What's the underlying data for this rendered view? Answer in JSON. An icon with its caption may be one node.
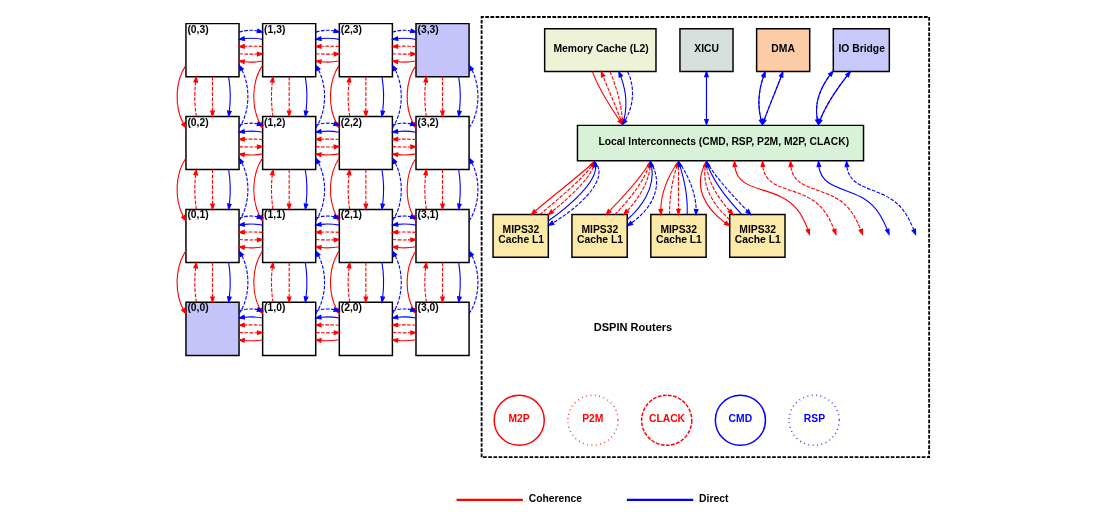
{
  "diagram": {
    "nodes": [
      {
        "text": [
          "(0,3)"
        ]
      },
      {
        "text": [
          "(1,3)"
        ]
      },
      {
        "text": [
          "(2,3)"
        ]
      },
      {
        "text": [
          "(3,3)"
        ]
      },
      {
        "text": [
          "(0,2)"
        ]
      },
      {
        "text": [
          "(1,2)"
        ]
      },
      {
        "text": [
          "(2,2)"
        ]
      },
      {
        "text": [
          "(3,2)"
        ]
      },
      {
        "text": [
          "(0,1)"
        ]
      },
      {
        "text": [
          "(1,1)"
        ]
      },
      {
        "text": [
          "(2,1)"
        ]
      },
      {
        "text": [
          "(3,1)"
        ]
      },
      {
        "text": [
          "(0,0)"
        ]
      },
      {
        "text": [
          "(1,0)"
        ]
      },
      {
        "text": [
          "(2,0)"
        ]
      },
      {
        "text": [
          "(3,0)"
        ]
      },
      {
        "text": [],
        "shape": "box"
      },
      {
        "text": [
          "Memory Cache (L2)"
        ],
        "in": 16
      },
      {
        "text": [
          "XICU"
        ],
        "in": 16
      },
      {
        "text": [
          "DMA"
        ],
        "in": 16
      },
      {
        "text": [
          "IO Bridge"
        ],
        "in": 16
      },
      {
        "text": [
          "Local Interconnects (CMD, RSP, P2M, M2P, CLACK)"
        ],
        "in": 16
      },
      {
        "text": [
          "MIPS32",
          "Cache L1"
        ],
        "in": 16
      },
      {
        "text": [
          "MIPS32",
          "Cache L1"
        ],
        "in": 16
      },
      {
        "text": [
          "MIPS32",
          "Cache L1"
        ],
        "in": 16
      },
      {
        "text": [
          "MIPS32",
          "Cache L1"
        ],
        "in": 16
      },
      {
        "text": [
          "M2P"
        ],
        "in": 16
      },
      {
        "text": [
          "P2M"
        ],
        "in": 16
      },
      {
        "text": [
          "CLACK"
        ],
        "in": 16
      },
      {
        "text": [
          "CMD"
        ],
        "in": 16
      },
      {
        "text": [
          "RSP"
        ],
        "in": 16
      }
    ],
    "edges": [
      {
        "from": 1,
        "to": 0,
        "arrow": "to",
        "color": "#ff0000"
      },
      {
        "from": 0,
        "to": 1,
        "arrow": "to",
        "color": "#ff0000",
        "style": "dashed"
      },
      {
        "from": 1,
        "to": 0,
        "arrow": "to",
        "color": "#ff0000",
        "style": "dashed"
      },
      {
        "from": 1,
        "to": 0,
        "arrow": "to",
        "color": "#0000ff"
      },
      {
        "from": 0,
        "to": 1,
        "arrow": "to",
        "color": "#0000ff",
        "style": "dashed"
      },
      {
        "from": 2,
        "to": 1,
        "arrow": "to",
        "color": "#ff0000"
      },
      {
        "from": 1,
        "to": 2,
        "arrow": "to",
        "color": "#ff0000",
        "style": "dashed"
      },
      {
        "from": 2,
        "to": 1,
        "arrow": "to",
        "color": "#ff0000",
        "style": "dashed"
      },
      {
        "from": 2,
        "to": 1,
        "arrow": "to",
        "color": "#0000ff"
      },
      {
        "from": 1,
        "to": 2,
        "arrow": "to",
        "color": "#0000ff",
        "style": "dashed"
      },
      {
        "from": 3,
        "to": 2,
        "arrow": "to",
        "color": "#ff0000"
      },
      {
        "from": 2,
        "to": 3,
        "arrow": "to",
        "color": "#ff0000",
        "style": "dashed"
      },
      {
        "from": 3,
        "to": 2,
        "arrow": "to",
        "color": "#ff0000",
        "style": "dashed"
      },
      {
        "from": 3,
        "to": 2,
        "arrow": "to",
        "color": "#0000ff"
      },
      {
        "from": 2,
        "to": 3,
        "arrow": "to",
        "color": "#0000ff",
        "style": "dashed"
      },
      {
        "from": 0,
        "to": 4,
        "arrow": "to",
        "color": "#ff0000"
      },
      {
        "from": 4,
        "to": 0,
        "arrow": "to",
        "color": "#ff0000",
        "style": "dashed"
      },
      {
        "from": 0,
        "to": 4,
        "arrow": "to",
        "color": "#ff0000",
        "style": "dashed"
      },
      {
        "from": 0,
        "to": 4,
        "arrow": "to",
        "color": "#0000ff"
      },
      {
        "from": 4,
        "to": 0,
        "arrow": "to",
        "color": "#0000ff",
        "style": "dashed"
      },
      {
        "from": 1,
        "to": 5,
        "arrow": "to",
        "color": "#ff0000"
      },
      {
        "from": 5,
        "to": 1,
        "arrow": "to",
        "color": "#ff0000",
        "style": "dashed"
      },
      {
        "from": 1,
        "to": 5,
        "arrow": "to",
        "color": "#ff0000",
        "style": "dashed"
      },
      {
        "from": 1,
        "to": 5,
        "arrow": "to",
        "color": "#0000ff"
      },
      {
        "from": 5,
        "to": 1,
        "arrow": "to",
        "color": "#0000ff",
        "style": "dashed"
      },
      {
        "from": 2,
        "to": 6,
        "arrow": "to",
        "color": "#ff0000"
      },
      {
        "from": 6,
        "to": 2,
        "arrow": "to",
        "color": "#ff0000",
        "style": "dashed"
      },
      {
        "from": 2,
        "to": 6,
        "arrow": "to",
        "color": "#ff0000",
        "style": "dashed"
      },
      {
        "from": 2,
        "to": 6,
        "arrow": "to",
        "color": "#0000ff"
      },
      {
        "from": 6,
        "to": 2,
        "arrow": "to",
        "color": "#0000ff",
        "style": "dashed"
      },
      {
        "from": 3,
        "to": 7,
        "arrow": "to",
        "color": "#ff0000"
      },
      {
        "from": 7,
        "to": 3,
        "arrow": "to",
        "color": "#ff0000",
        "style": "dashed"
      },
      {
        "from": 3,
        "to": 7,
        "arrow": "to",
        "color": "#ff0000",
        "style": "dashed"
      },
      {
        "from": 3,
        "to": 7,
        "arrow": "to",
        "color": "#0000ff"
      },
      {
        "from": 7,
        "to": 3,
        "arrow": "to",
        "color": "#0000ff",
        "style": "dashed"
      },
      {
        "from": 5,
        "to": 4,
        "arrow": "to",
        "color": "#ff0000"
      },
      {
        "from": 4,
        "to": 5,
        "arrow": "to",
        "color": "#ff0000",
        "style": "dashed"
      },
      {
        "from": 5,
        "to": 4,
        "arrow": "to",
        "color": "#ff0000",
        "style": "dashed"
      },
      {
        "from": 5,
        "to": 4,
        "arrow": "to",
        "color": "#0000ff"
      },
      {
        "from": 4,
        "to": 5,
        "arrow": "to",
        "color": "#0000ff",
        "style": "dashed"
      },
      {
        "from": 6,
        "to": 5,
        "arrow": "to",
        "color": "#ff0000"
      },
      {
        "from": 5,
        "to": 6,
        "arrow": "to",
        "color": "#ff0000",
        "style": "dashed"
      },
      {
        "from": 6,
        "to": 5,
        "arrow": "to",
        "color": "#ff0000",
        "style": "dashed"
      },
      {
        "from": 6,
        "to": 5,
        "arrow": "to",
        "color": "#0000ff"
      },
      {
        "from": 5,
        "to": 6,
        "arrow": "to",
        "color": "#0000ff",
        "style": "dashed"
      },
      {
        "from": 7,
        "to": 6,
        "arrow": "to",
        "color": "#ff0000"
      },
      {
        "from": 6,
        "to": 7,
        "arrow": "to",
        "color": "#ff0000",
        "style": "dashed"
      },
      {
        "from": 7,
        "to": 6,
        "arrow": "to",
        "color": "#ff0000",
        "style": "dashed"
      },
      {
        "from": 7,
        "to": 6,
        "arrow": "to",
        "color": "#0000ff"
      },
      {
        "from": 6,
        "to": 7,
        "arrow": "to",
        "color": "#0000ff",
        "style": "dashed"
      },
      {
        "from": 4,
        "to": 8,
        "arrow": "to",
        "color": "#ff0000"
      },
      {
        "from": 8,
        "to": 4,
        "arrow": "to",
        "color": "#ff0000",
        "style": "dashed"
      },
      {
        "from": 4,
        "to": 8,
        "arrow": "to",
        "color": "#ff0000",
        "style": "dashed"
      },
      {
        "from": 4,
        "to": 8,
        "arrow": "to",
        "color": "#0000ff"
      },
      {
        "from": 8,
        "to": 4,
        "arrow": "to",
        "color": "#0000ff",
        "style": "dashed"
      },
      {
        "from": 5,
        "to": 9,
        "arrow": "to",
        "color": "#ff0000"
      },
      {
        "from": 9,
        "to": 5,
        "arrow": "to",
        "color": "#ff0000",
        "style": "dashed"
      },
      {
        "from": 5,
        "to": 9,
        "arrow": "to",
        "color": "#ff0000",
        "style": "dashed"
      },
      {
        "from": 5,
        "to": 9,
        "arrow": "to",
        "color": "#0000ff"
      },
      {
        "from": 9,
        "to": 5,
        "arrow": "to",
        "color": "#0000ff",
        "style": "dashed"
      },
      {
        "from": 6,
        "to": 10,
        "arrow": "to",
        "color": "#ff0000"
      },
      {
        "from": 10,
        "to": 6,
        "arrow": "to",
        "color": "#ff0000",
        "style": "dashed"
      },
      {
        "from": 6,
        "to": 10,
        "arrow": "to",
        "color": "#ff0000",
        "style": "dashed"
      },
      {
        "from": 6,
        "to": 10,
        "arrow": "to",
        "color": "#0000ff"
      },
      {
        "from": 10,
        "to": 6,
        "arrow": "to",
        "color": "#0000ff",
        "style": "dashed"
      },
      {
        "from": 7,
        "to": 11,
        "arrow": "to",
        "color": "#ff0000"
      },
      {
        "from": 11,
        "to": 7,
        "arrow": "to",
        "color": "#ff0000",
        "style": "dashed"
      },
      {
        "from": 7,
        "to": 11,
        "arrow": "to",
        "color": "#ff0000",
        "style": "dashed"
      },
      {
        "from": 7,
        "to": 11,
        "arrow": "to",
        "color": "#0000ff"
      },
      {
        "from": 11,
        "to": 7,
        "arrow": "to",
        "color": "#0000ff",
        "style": "dashed"
      },
      {
        "from": 9,
        "to": 8,
        "arrow": "to",
        "color": "#ff0000"
      },
      {
        "from": 8,
        "to": 9,
        "arrow": "to",
        "color": "#ff0000",
        "style": "dashed"
      },
      {
        "from": 9,
        "to": 8,
        "arrow": "to",
        "color": "#ff0000",
        "style": "dashed"
      },
      {
        "from": 9,
        "to": 8,
        "arrow": "to",
        "color": "#0000ff"
      },
      {
        "from": 8,
        "to": 9,
        "arrow": "to",
        "color": "#0000ff",
        "style": "dashed"
      },
      {
        "from": 10,
        "to": 9,
        "arrow": "to",
        "color": "#ff0000"
      },
      {
        "from": 9,
        "to": 10,
        "arrow": "to",
        "color": "#ff0000",
        "style": "dashed"
      },
      {
        "from": 10,
        "to": 9,
        "arrow": "to",
        "color": "#ff0000",
        "style": "dashed"
      },
      {
        "from": 10,
        "to": 9,
        "arrow": "to",
        "color": "#0000ff"
      },
      {
        "from": 9,
        "to": 10,
        "arrow": "to",
        "color": "#0000ff",
        "style": "dashed"
      },
      {
        "from": 11,
        "to": 10,
        "arrow": "to",
        "color": "#ff0000"
      },
      {
        "from": 10,
        "to": 11,
        "arrow": "to",
        "color": "#ff0000",
        "style": "dashed"
      },
      {
        "from": 11,
        "to": 10,
        "arrow": "to",
        "color": "#ff0000",
        "style": "dashed"
      },
      {
        "from": 11,
        "to": 10,
        "arrow": "to",
        "color": "#0000ff"
      },
      {
        "from": 10,
        "to": 11,
        "arrow": "to",
        "color": "#0000ff",
        "style": "dashed"
      },
      {
        "from": 8,
        "to": 12,
        "arrow": "to",
        "color": "#ff0000"
      },
      {
        "from": 12,
        "to": 8,
        "arrow": "to",
        "color": "#ff0000",
        "style": "dashed"
      },
      {
        "from": 8,
        "to": 12,
        "arrow": "to",
        "color": "#ff0000",
        "style": "dashed"
      },
      {
        "from": 8,
        "to": 12,
        "arrow": "to",
        "color": "#0000ff"
      },
      {
        "from": 12,
        "to": 8,
        "arrow": "to",
        "color": "#0000ff",
        "style": "dashed"
      },
      {
        "from": 9,
        "to": 13,
        "arrow": "to",
        "color": "#ff0000"
      },
      {
        "from": 13,
        "to": 9,
        "arrow": "to",
        "color": "#ff0000",
        "style": "dashed"
      },
      {
        "from": 9,
        "to": 13,
        "arrow": "to",
        "color": "#ff0000",
        "style": "dashed"
      },
      {
        "from": 9,
        "to": 13,
        "arrow": "to",
        "color": "#0000ff"
      },
      {
        "from": 13,
        "to": 9,
        "arrow": "to",
        "color": "#0000ff",
        "style": "dashed"
      },
      {
        "from": 10,
        "to": 14,
        "arrow": "to",
        "color": "#ff0000"
      },
      {
        "from": 14,
        "to": 10,
        "arrow": "to",
        "color": "#ff0000",
        "style": "dashed"
      },
      {
        "from": 10,
        "to": 14,
        "arrow": "to",
        "color": "#ff0000",
        "style": "dashed"
      },
      {
        "from": 10,
        "to": 14,
        "arrow": "to",
        "color": "#0000ff"
      },
      {
        "from": 14,
        "to": 10,
        "arrow": "to",
        "color": "#0000ff",
        "style": "dashed"
      },
      {
        "from": 11,
        "to": 15,
        "arrow": "to",
        "color": "#ff0000"
      },
      {
        "from": 15,
        "to": 11,
        "arrow": "to",
        "color": "#ff0000",
        "style": "dashed"
      },
      {
        "from": 11,
        "to": 15,
        "arrow": "to",
        "color": "#ff0000",
        "style": "dashed"
      },
      {
        "from": 11,
        "to": 15,
        "arrow": "to",
        "color": "#0000ff"
      },
      {
        "from": 15,
        "to": 11,
        "arrow": "to",
        "color": "#0000ff",
        "style": "dashed"
      },
      {
        "from": 13,
        "to": 12,
        "arrow": "to",
        "color": "#ff0000"
      },
      {
        "from": 12,
        "to": 13,
        "arrow": "to",
        "color": "#ff0000",
        "style": "dashed"
      },
      {
        "from": 13,
        "to": 12,
        "arrow": "to",
        "color": "#ff0000",
        "style": "dashed"
      },
      {
        "from": 13,
        "to": 12,
        "arrow": "to",
        "color": "#0000ff"
      },
      {
        "from": 12,
        "to": 13,
        "arrow": "to",
        "color": "#0000ff",
        "style": "dashed"
      },
      {
        "from": 14,
        "to": 13,
        "arrow": "to",
        "color": "#ff0000"
      },
      {
        "from": 13,
        "to": 14,
        "arrow": "to",
        "color": "#ff0000",
        "style": "dashed"
      },
      {
        "from": 14,
        "to": 13,
        "arrow": "to",
        "color": "#ff0000",
        "style": "dashed"
      },
      {
        "from": 14,
        "to": 13,
        "arrow": "to",
        "color": "#0000ff"
      },
      {
        "from": 13,
        "to": 14,
        "arrow": "to",
        "color": "#0000ff",
        "style": "dashed"
      },
      {
        "from": 15,
        "to": 14,
        "arrow": "to",
        "color": "#ff0000"
      },
      {
        "from": 14,
        "to": 15,
        "arrow": "to",
        "color": "#ff0000",
        "style": "dashed"
      },
      {
        "from": 15,
        "to": 14,
        "arrow": "to",
        "color": "#ff0000",
        "style": "dashed"
      },
      {
        "from": 15,
        "to": 14,
        "arrow": "to",
        "color": "#0000ff"
      },
      {
        "from": 14,
        "to": 15,
        "arrow": "to",
        "color": "#0000ff",
        "style": "dashed"
      },
      {
        "from": 17,
        "to": 21,
        "arrow": "to",
        "color": "#ff0000"
      },
      {
        "from": 21,
        "to": 17,
        "arrow": "to",
        "color": "#ff0000",
        "style": "dashed"
      },
      {
        "from": 17,
        "to": 21,
        "arrow": "to",
        "color": "#ff0000",
        "style": "dashed"
      },
      {
        "from": 21,
        "to": 17,
        "arrow": "to",
        "color": "#0000ff"
      },
      {
        "from": 17,
        "to": 21,
        "arrow": "to",
        "color": "#0000ff",
        "style": "dashed"
      },
      {
        "from": 21,
        "to": 18,
        "arrow": "to",
        "color": "#0000ff"
      },
      {
        "from": 18,
        "to": 21,
        "arrow": "to",
        "color": "#0000ff",
        "style": "dashed"
      },
      {
        "from": 19,
        "to": 21,
        "arrow": "to",
        "color": "#0000ff"
      },
      {
        "from": 21,
        "to": 19,
        "arrow": "to",
        "color": "#0000ff",
        "style": "dashed"
      },
      {
        "from": 21,
        "to": 19,
        "arrow": "to",
        "color": "#0000ff"
      },
      {
        "from": 19,
        "to": 21,
        "arrow": "to",
        "color": "#0000ff",
        "style": "dashed"
      },
      {
        "from": 20,
        "to": 21,
        "arrow": "to",
        "color": "#0000ff"
      },
      {
        "from": 21,
        "to": 20,
        "arrow": "to",
        "color": "#0000ff",
        "style": "dashed"
      },
      {
        "from": 21,
        "to": 20,
        "arrow": "to",
        "color": "#0000ff"
      },
      {
        "from": 20,
        "to": 21,
        "arrow": "to",
        "color": "#0000ff",
        "style": "dashed"
      },
      {
        "from": 21,
        "to": 22,
        "arrow": "to",
        "color": "#ff0000"
      },
      {
        "from": 22,
        "to": 21,
        "arrow": "to",
        "color": "#ff0000",
        "style": "dashed"
      },
      {
        "from": 21,
        "to": 22,
        "arrow": "to",
        "color": "#ff0000",
        "style": "dashed"
      },
      {
        "from": 22,
        "to": 21,
        "arrow": "to",
        "color": "#0000ff"
      },
      {
        "from": 21,
        "to": 22,
        "arrow": "to",
        "color": "#0000ff",
        "style": "dashed"
      },
      {
        "from": 21,
        "to": 23,
        "arrow": "to",
        "color": "#ff0000"
      },
      {
        "from": 23,
        "to": 21,
        "arrow": "to",
        "color": "#ff0000",
        "style": "dashed"
      },
      {
        "from": 21,
        "to": 23,
        "arrow": "to",
        "color": "#ff0000",
        "style": "dashed"
      },
      {
        "from": 23,
        "to": 21,
        "arrow": "to",
        "color": "#0000ff"
      },
      {
        "from": 21,
        "to": 23,
        "arrow": "to",
        "color": "#0000ff",
        "style": "dashed"
      },
      {
        "from": 21,
        "to": 24,
        "arrow": "to",
        "color": "#ff0000"
      },
      {
        "from": 24,
        "to": 21,
        "arrow": "to",
        "color": "#ff0000",
        "style": "dashed"
      },
      {
        "from": 21,
        "to": 24,
        "arrow": "to",
        "color": "#ff0000",
        "style": "dashed"
      },
      {
        "from": 24,
        "to": 21,
        "arrow": "to",
        "color": "#0000ff"
      },
      {
        "from": 21,
        "to": 24,
        "arrow": "to",
        "color": "#0000ff",
        "style": "dashed"
      },
      {
        "from": 21,
        "to": 25,
        "arrow": "to",
        "color": "#ff0000"
      },
      {
        "from": 25,
        "to": 21,
        "arrow": "to",
        "color": "#ff0000",
        "style": "dashed"
      },
      {
        "from": 21,
        "to": 25,
        "arrow": "to",
        "color": "#ff0000",
        "style": "dashed"
      },
      {
        "from": 25,
        "to": 21,
        "arrow": "to",
        "color": "#0000ff"
      },
      {
        "from": 21,
        "to": 25,
        "arrow": "to",
        "color": "#0000ff",
        "style": "dashed"
      },
      {
        "from": 21,
        "to": null,
        "arrow": "both",
        "color": "#ff0000"
      },
      {
        "from": 21,
        "to": null,
        "arrow": "both",
        "color": "#ff0000",
        "style": "dashed"
      },
      {
        "from": 21,
        "to": null,
        "arrow": "both",
        "color": "#ff0000",
        "style": "dashed"
      },
      {
        "from": 21,
        "to": null,
        "arrow": "both",
        "color": "#0000ff"
      },
      {
        "from": 21,
        "to": null,
        "arrow": "both",
        "color": "#0000ff",
        "style": "dashed"
      }
    ],
    "labels": [
      "DSPIN Routers"
    ],
    "legend": [
      {
        "text": "Coherence"
      },
      {
        "text": "Direct"
      }
    ]
  }
}
